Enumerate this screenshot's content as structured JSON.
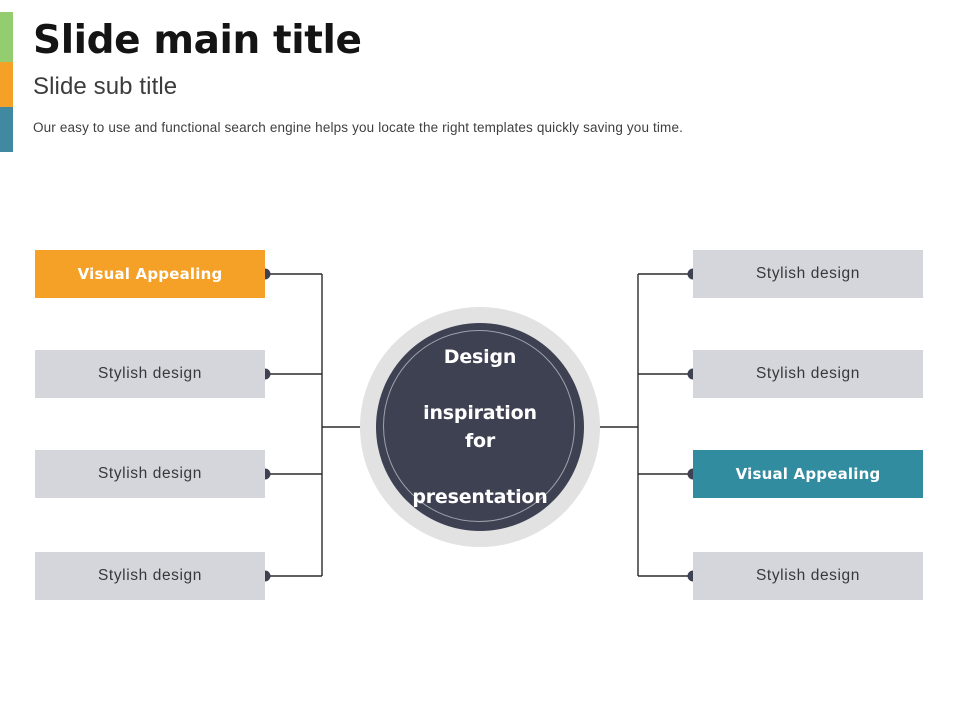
{
  "slide": {
    "title": "Slide main title",
    "subtitle": "Slide sub title",
    "body": "Our easy to use and functional search engine  helps you locate the right templates quickly saving you time.",
    "accent_bar": {
      "segments": [
        {
          "name": "green",
          "color": "#94cc70"
        },
        {
          "name": "orange",
          "color": "#f5a026"
        },
        {
          "name": "teal",
          "color": "#4089a0"
        }
      ]
    }
  },
  "diagram": {
    "type": "mind-map",
    "center": {
      "label": "Design inspiration for presentation",
      "line_1": "Design",
      "line_2": "inspiration for",
      "line_3": "presentation",
      "fill_color": "#3d4152",
      "ring_color": "#e2e2e2",
      "text_color": "#ffffff"
    },
    "connector_color": "#2b2b2b",
    "node_dot_color": "#3d4152",
    "left_nodes": [
      {
        "label": "Visual Appealing",
        "style": "accent-orange",
        "color": "#f5a026",
        "text_color": "#ffffff"
      },
      {
        "label": "Stylish design",
        "style": "plain",
        "color": "#d4d6db",
        "text_color": "#38383c"
      },
      {
        "label": "Stylish design",
        "style": "plain",
        "color": "#d4d6db",
        "text_color": "#38383c"
      },
      {
        "label": "Stylish design",
        "style": "plain",
        "color": "#d4d6db",
        "text_color": "#38383c"
      }
    ],
    "right_nodes": [
      {
        "label": "Stylish design",
        "style": "plain",
        "color": "#d4d6db",
        "text_color": "#38383c"
      },
      {
        "label": "Stylish design",
        "style": "plain",
        "color": "#d4d6db",
        "text_color": "#38383c"
      },
      {
        "label": "Visual Appealing",
        "style": "accent-teal",
        "color": "#328ca0",
        "text_color": "#ffffff"
      },
      {
        "label": "Stylish design",
        "style": "plain",
        "color": "#d4d6db",
        "text_color": "#38383c"
      }
    ]
  }
}
